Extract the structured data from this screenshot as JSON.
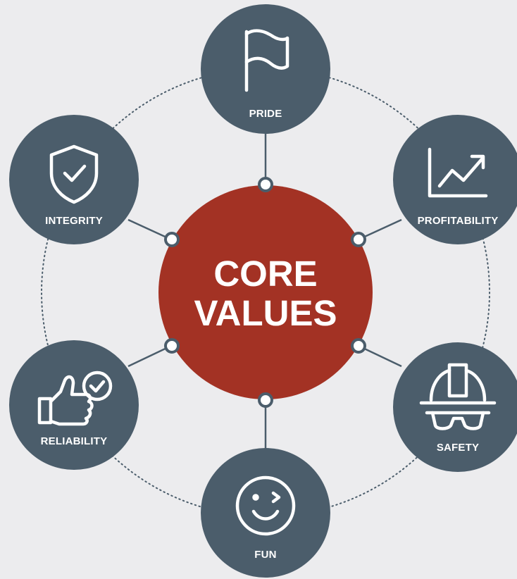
{
  "diagram": {
    "center": {
      "line1": "CORE",
      "line2": "VALUES",
      "color": "#a33224"
    },
    "node_color": "#4b5d6b",
    "connector_color": "#4b5d6b",
    "ring_color": "#4b5d6b",
    "nodes": [
      {
        "id": "pride",
        "label": "PRIDE",
        "icon": "flag-icon"
      },
      {
        "id": "integrity",
        "label": "INTEGRITY",
        "icon": "shield-check-icon"
      },
      {
        "id": "profitability",
        "label": "PROFITABILITY",
        "icon": "growth-chart-icon"
      },
      {
        "id": "reliability",
        "label": "RELIABILITY",
        "icon": "thumbs-up-check-icon"
      },
      {
        "id": "safety",
        "label": "SAFETY",
        "icon": "hard-hat-goggles-icon"
      },
      {
        "id": "fun",
        "label": "FUN",
        "icon": "winking-face-icon"
      }
    ]
  }
}
